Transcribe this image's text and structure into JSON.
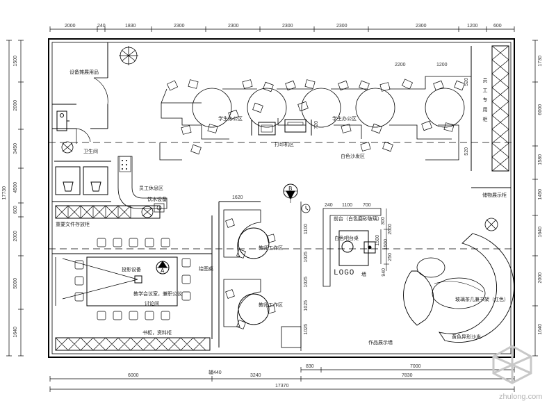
{
  "dimensions": {
    "top": [
      "2000",
      "240",
      "1830",
      "2300",
      "2300",
      "2300",
      "2300",
      "2300",
      "1200",
      "600"
    ],
    "top_inner": [
      "2200",
      "1200"
    ],
    "left": [
      "1500",
      "2000",
      "3450",
      "4500",
      "600",
      "2000",
      "5000",
      "1640"
    ],
    "left_total": "17730",
    "right": [
      "1730",
      "6000",
      "1580",
      "1450",
      "1640",
      "2000",
      "1640"
    ],
    "bottom_inner": [
      "830",
      "7000"
    ],
    "bottom": [
      "6000",
      "3240",
      "7830"
    ],
    "bottom_mark": "辅440",
    "bottom_total": "17370",
    "interior": [
      "240",
      "1100",
      "700",
      "1620",
      "1100",
      "1025",
      "1025",
      "1025",
      "1025",
      "940",
      "1500",
      "1500",
      "2600",
      "300",
      "250",
      "720",
      "520",
      "520"
    ]
  },
  "rooms": {
    "equipment_room": "设备摊展用品",
    "restroom": "卫生间",
    "student_office_left": "学生办公区",
    "student_office_right": "学生办公区",
    "print_area": "打印机区",
    "white_sofa_area": "白色沙发区",
    "staff_lockers": "员工专用柜",
    "staff_rest": "员工休息区",
    "water_dispenser": "饮水设备",
    "file_cabinet": "重要文件存放柜",
    "projector": "投影设备",
    "conference": "教学会议室，兼职公议",
    "conference_sub": "讨论间",
    "drawing_desk": "绘图桌",
    "cabinet_bottom": "书柜，资料柜",
    "teacher_area_1": "教师工作区",
    "teacher_area_2": "教师工作区",
    "reception": "前台（白色磨砂玻璃）",
    "white_desk": "白色吧台桌",
    "logo_wall_suffix": "墙",
    "logo_text": "LOGO",
    "side_cabinet": "储物展示柜",
    "lounge_desk": "玻璃茶几兼书架（红色）",
    "yellow_sofa": "黄色异形沙发",
    "display_wall": "作品展示墙",
    "clock": "时钟",
    "section_mark": "A",
    "section_mark_b": "B"
  },
  "watermark": "zhulong.com"
}
